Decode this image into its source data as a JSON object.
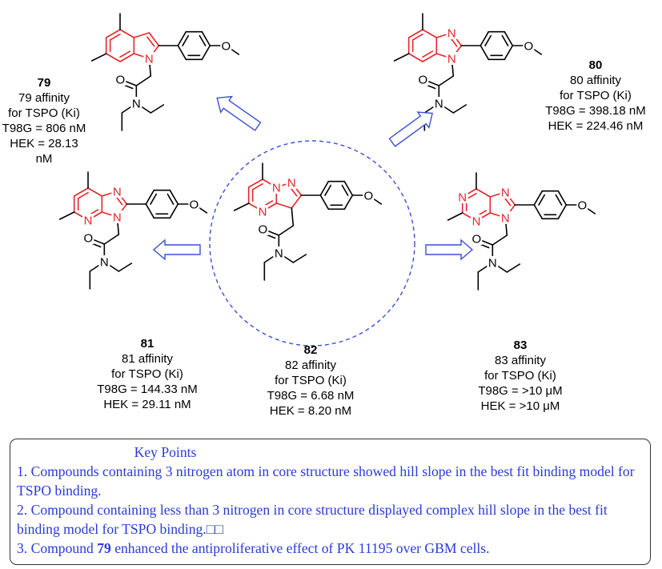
{
  "compounds": [
    {
      "id": "79",
      "number": "79",
      "affinity": "79 affinity",
      "target": "for TSPO (Ki)",
      "t98g": "T98G = 806 nM",
      "hek": "HEK = 28.13 nM"
    },
    {
      "id": "80",
      "number": "80",
      "affinity": "80 affinity",
      "target": "for TSPO (Ki)",
      "t98g": "T98G = 398.18 nM",
      "hek": "HEK = 224.46 nM"
    },
    {
      "id": "81",
      "number": "81",
      "affinity": "81 affinity",
      "target": "for TSPO (Ki)",
      "t98g": "T98G = 144.33 nM",
      "hek": "HEK = 29.11 nM"
    },
    {
      "id": "82",
      "number": "82",
      "affinity": "82 affinity",
      "target": "for TSPO (Ki)",
      "t98g": "T98G = 6.68 nM",
      "hek": "HEK = 8.20 nM"
    },
    {
      "id": "83",
      "number": "83",
      "affinity": "83 affinity",
      "target": "for TSPO (Ki)",
      "t98g": "T98G = >10 μM",
      "hek": "HEK = >10 μM"
    }
  ],
  "atoms": {
    "N": "N",
    "O": "O"
  },
  "key_points": {
    "title": "Key Points",
    "p1": "1. Compounds containing 3 nitrogen atom in core structure showed hill slope in the best fit binding model for TSPO binding.",
    "p2": "2. Compound containing less than 3 nitrogen in core structure displayed complex hill slope in the best fit binding model for TSPO binding.□□",
    "p3_prefix": "3. Compound ",
    "p3_bold": "79",
    "p3_suffix": " enhanced the antiproliferative effect of PK 11195 over GBM cells."
  },
  "colors": {
    "core": "#e8262b",
    "bond": "#000000",
    "arrow": "#3a4fd6",
    "dashed_circle": "#3a4fd6",
    "text_blue": "#2a3bd8"
  }
}
